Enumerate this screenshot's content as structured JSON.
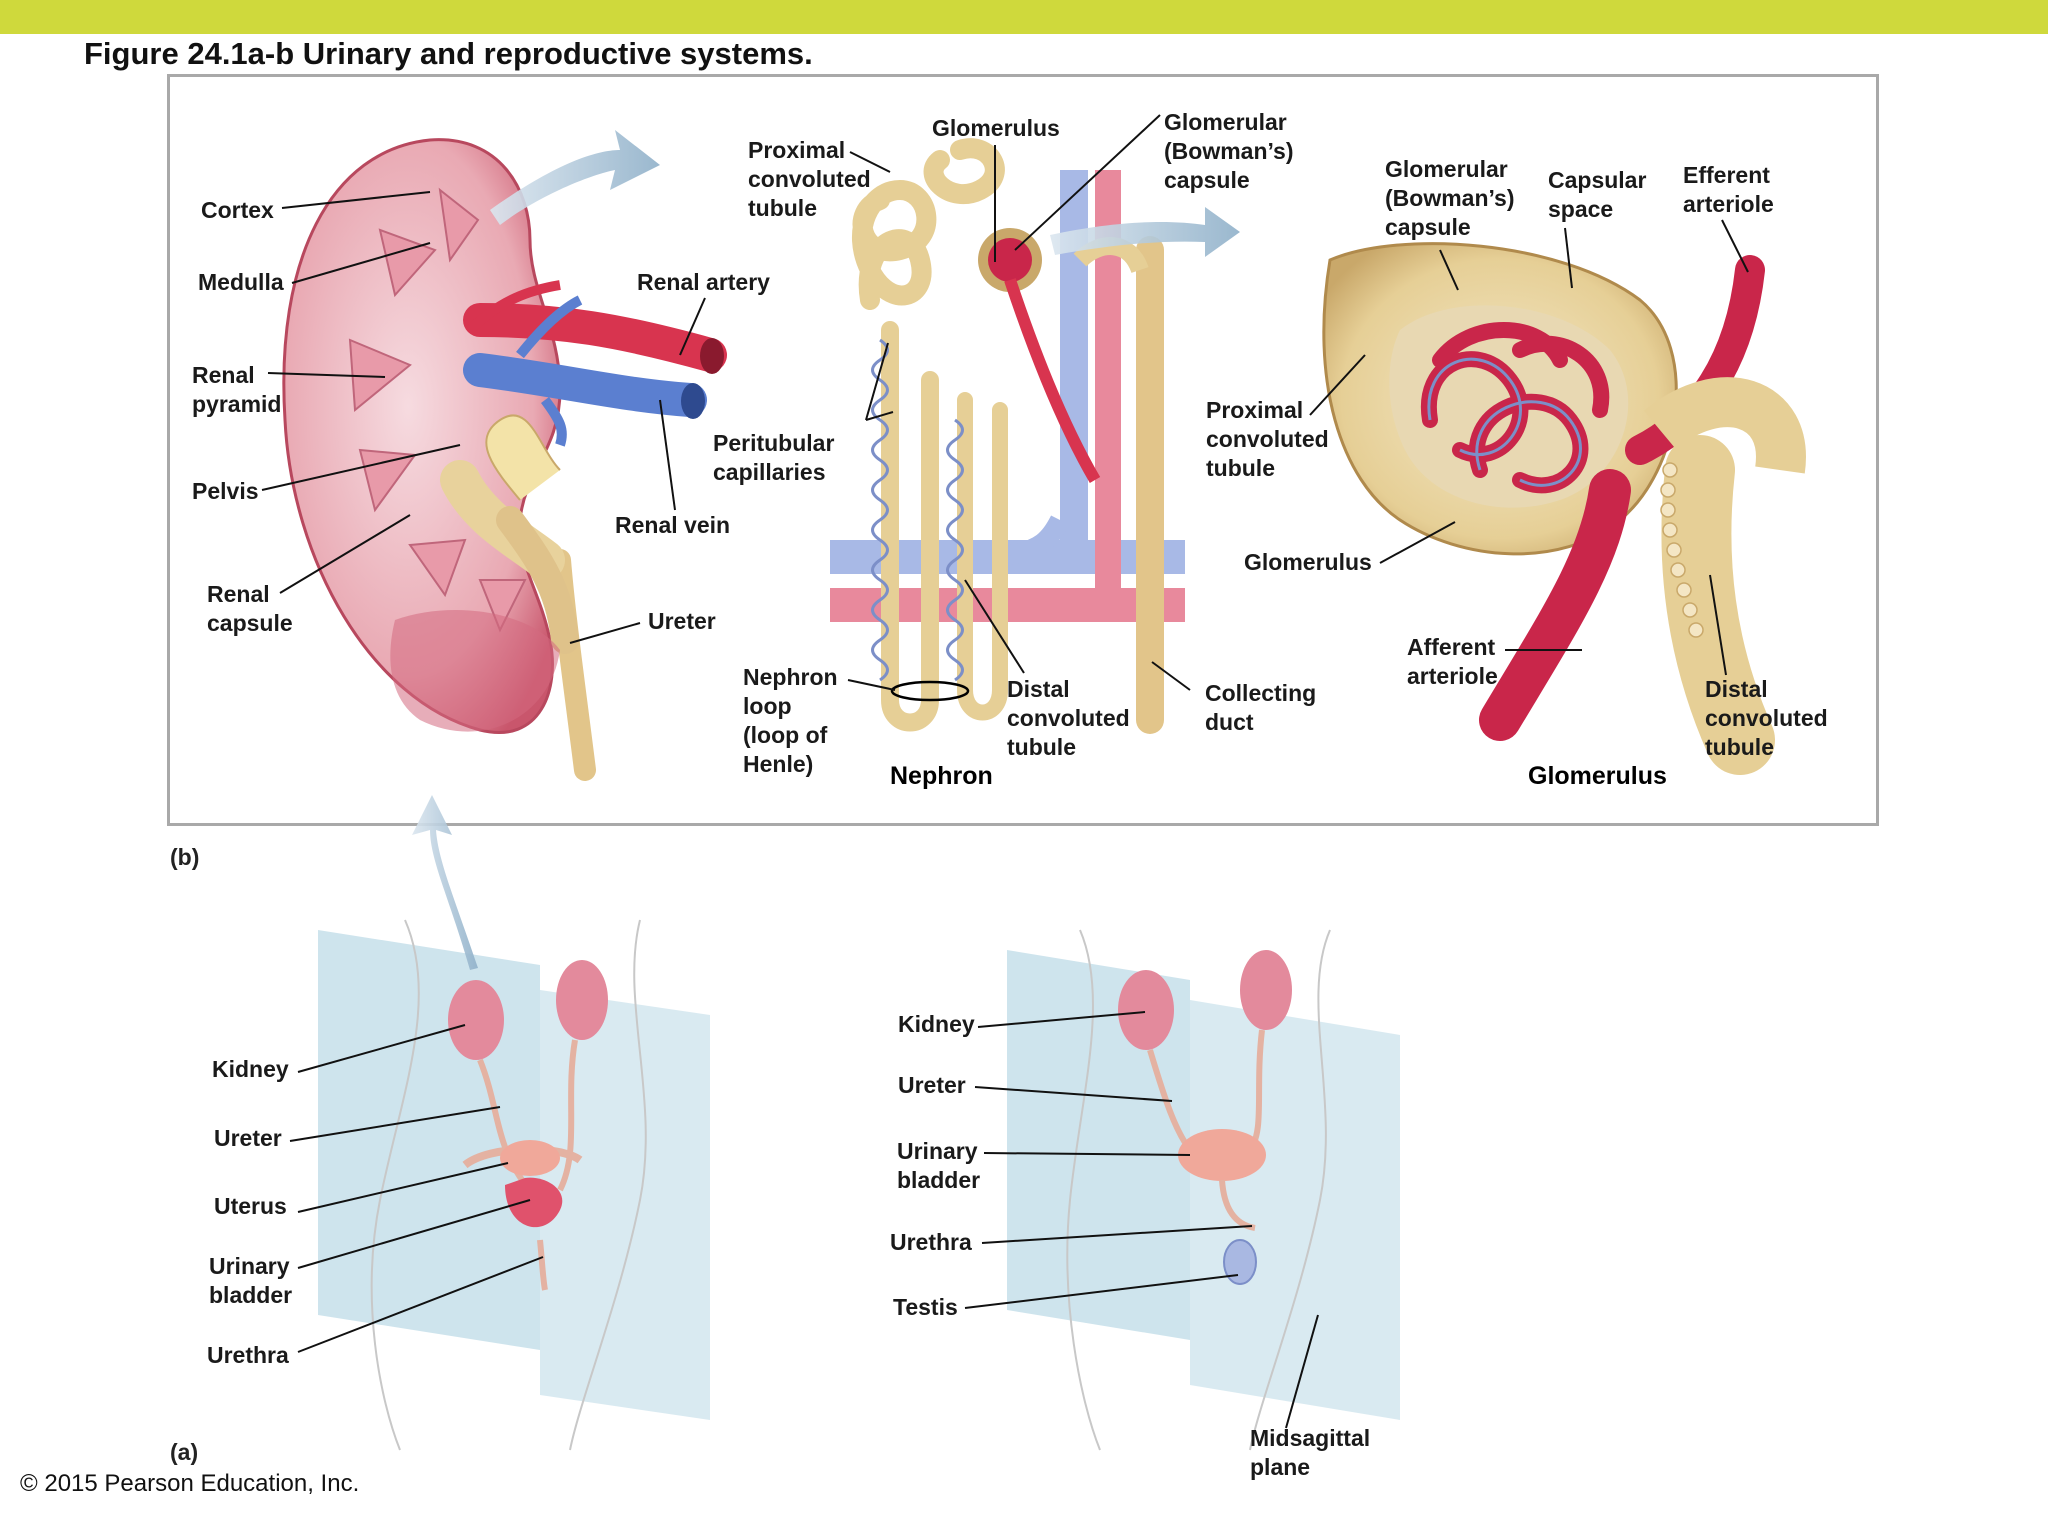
{
  "title": "Figure 24.1a-b  Urinary and reproductive systems.",
  "copyright": "© 2015 Pearson Education, Inc.",
  "panel_b": {
    "panel_label": "(b)",
    "kidney_labels": {
      "cortex": "Cortex",
      "medulla": "Medulla",
      "renal_pyramid": "Renal\npyramid",
      "pelvis": "Pelvis",
      "renal_capsule": "Renal\ncapsule",
      "renal_artery": "Renal artery",
      "renal_vein": "Renal vein",
      "ureter": "Ureter"
    },
    "nephron_labels": {
      "proximal_tubule": "Proximal\nconvoluted\ntubule",
      "glomerulus": "Glomerulus",
      "bowmans_capsule": "Glomerular\n(Bowman’s)\ncapsule",
      "peritubular": "Peritubular\ncapillaries",
      "nephron_loop": "Nephron\nloop\n(loop of\nHenle)",
      "distal_tubule": "Distal\nconvoluted\ntubule",
      "collecting_duct": "Collecting\nduct",
      "caption": "Nephron"
    },
    "glomerulus_labels": {
      "bowmans_capsule": "Glomerular\n(Bowman’s)\ncapsule",
      "capsular_space": "Capsular\nspace",
      "efferent": "Efferent\narteriole",
      "proximal_tubule": "Proximal\nconvoluted\ntubule",
      "glomerulus": "Glomerulus",
      "afferent": "Afferent\narteriole",
      "distal_tubule": "Distal\nconvoluted\ntubule",
      "caption": "Glomerulus"
    }
  },
  "panel_a": {
    "panel_label": "(a)",
    "female_labels": {
      "kidney": "Kidney",
      "ureter": "Ureter",
      "uterus": "Uterus",
      "urinary_bladder": "Urinary\nbladder",
      "urethra": "Urethra"
    },
    "male_labels": {
      "kidney": "Kidney",
      "ureter": "Ureter",
      "urinary_bladder": "Urinary\nbladder",
      "urethra": "Urethra",
      "testis": "Testis",
      "midsagittal": "Midsagittal\nplane"
    }
  },
  "colors": {
    "title_bar": "#cfd93c",
    "kidney_pink": "#e9a9b3",
    "artery_red": "#d8344f",
    "vein_blue": "#5b7fd0",
    "tubule_tan": "#e6cf96",
    "plane_blue": "#b9d8e6"
  }
}
